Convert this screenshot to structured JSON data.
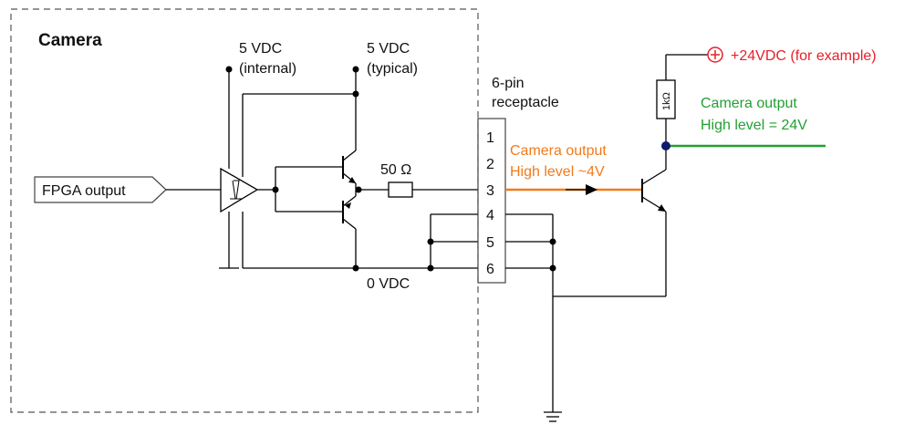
{
  "camera_title": "Camera",
  "fpga_label": "FPGA output",
  "supply_internal": {
    "line1": "5 VDC",
    "line2": "(internal)"
  },
  "supply_typical": {
    "line1": "5 VDC",
    "line2": "(typical)"
  },
  "resistor_label": "50 Ω",
  "ground_label": "0 VDC",
  "receptacle": {
    "line1": "6-pin",
    "line2": "receptacle",
    "pins": [
      "1",
      "2",
      "3",
      "4",
      "5",
      "6"
    ]
  },
  "camera_output_orange": {
    "line1": "Camera output",
    "line2": "High level ~4V"
  },
  "camera_output_green": {
    "line1": "Camera output",
    "line2": "High level = 24V"
  },
  "external_supply": "+24VDC (for example)",
  "pullup_resistor": "1kΩ",
  "colors": {
    "orange": "#f07b1a",
    "green": "#22a032",
    "red": "#e8202a",
    "navy": "#0d1a6b"
  }
}
